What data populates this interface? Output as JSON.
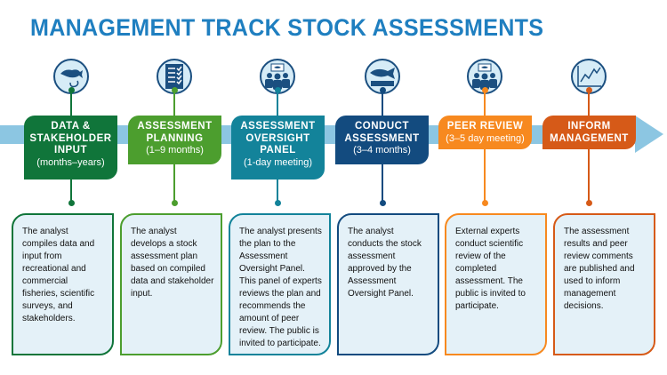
{
  "title": "MANAGEMENT TRACK STOCK ASSESSMENTS",
  "colors": {
    "title": "#1f7fc0",
    "band": "#8cc6e2"
  },
  "steps": [
    {
      "icon": "fish-hook-icon",
      "name": "DATA &\nSTAKEHOLDER\nINPUT",
      "duration": "(months–years)",
      "color": "#10753a",
      "description": "The analyst\ncompiles data and\ninput from\nrecreational and\ncommercial\nfisheries, scientific\nsurveys, and\nstakeholders."
    },
    {
      "icon": "checklist-icon",
      "name": "ASSESSMENT\nPLANNING",
      "duration": "(1–9 months)",
      "color": "#4c9e2e",
      "description": "The analyst\ndevelops a stock\nassessment plan\nbased on compiled\ndata and stakeholder\ninput."
    },
    {
      "icon": "group-meeting-icon",
      "name": "ASSESSMENT\nOVERSIGHT\nPANEL",
      "duration": "(1-day meeting)",
      "color": "#13839a",
      "description": "The analyst presents\nthe plan to the\nAssessment\nOversight Panel.\nThis panel of experts\nreviews the plan and\nrecommends the\namount of peer\nreview. The public is\ninvited to participate."
    },
    {
      "icon": "fish-ruler-icon",
      "name": "CONDUCT\nASSESSMENT",
      "duration": "(3–4 months)",
      "color": "#134b7f",
      "description": "The analyst\nconducts the stock\nassessment\napproved by the\nAssessment\nOversight Panel."
    },
    {
      "icon": "group-meeting-icon",
      "name": "PEER REVIEW",
      "duration": "(3–5 day meeting)",
      "color": "#f7891f",
      "description": "External experts\nconduct scientific\nreview of the\ncompleted\nassessment. The\npublic is invited to\nparticipate."
    },
    {
      "icon": "line-chart-icon",
      "name": "INFORM\nMANAGEMENT",
      "duration": "",
      "color": "#d65a18",
      "description": "The assessment\nresults and peer\nreview comments\nare published and\nused to inform\nmanagement\ndecisions."
    }
  ]
}
